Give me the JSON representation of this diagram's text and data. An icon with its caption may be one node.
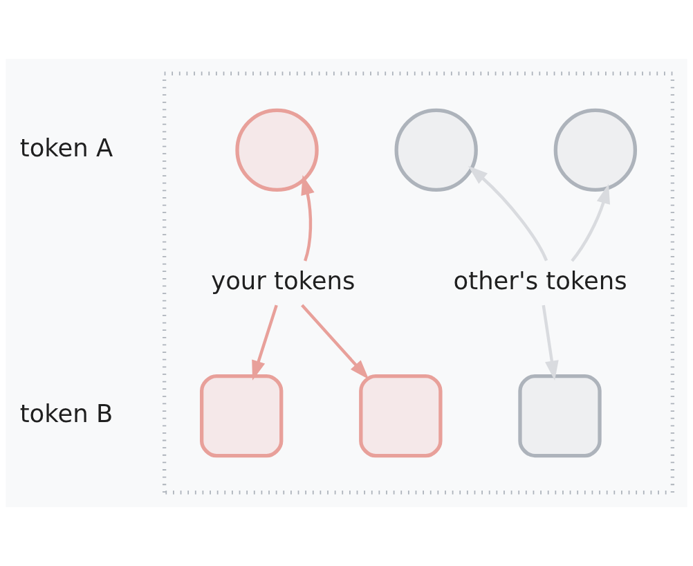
{
  "diagram": {
    "nodes": [
      {
        "text": [],
        "shape": "box"
      },
      {
        "text": [],
        "shape": "circle",
        "in": 0
      },
      {
        "text": [],
        "shape": "circle",
        "in": 0
      },
      {
        "text": [],
        "shape": "circle",
        "in": 0
      },
      {
        "text": [
          "your tokens"
        ],
        "in": 0
      },
      {
        "text": [
          "other's tokens"
        ],
        "in": 0
      },
      {
        "text": [],
        "shape": "box",
        "in": 0
      },
      {
        "text": [],
        "shape": "box",
        "in": 0
      },
      {
        "text": [],
        "shape": "box",
        "in": 0
      }
    ],
    "edges": [
      {
        "from": 4,
        "to": 1,
        "arrow": "to"
      },
      {
        "from": 4,
        "to": 6,
        "arrow": "to"
      },
      {
        "from": 4,
        "to": 7,
        "arrow": "to"
      },
      {
        "from": 5,
        "to": 2,
        "arrow": "to",
        "color": "#d9dbdf"
      },
      {
        "from": 5,
        "to": 3,
        "arrow": "to",
        "color": "#d9dbdf"
      },
      {
        "from": 5,
        "to": 8,
        "arrow": "to",
        "color": "#d9dbdf"
      }
    ],
    "labels": [
      "token A",
      "token B"
    ]
  }
}
